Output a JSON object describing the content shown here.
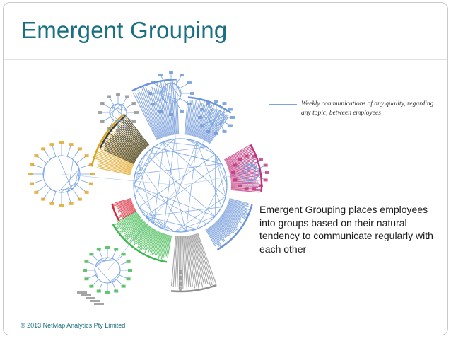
{
  "slide": {
    "title": "Emergent Grouping",
    "legend_text": "Weekly communications of any quality, regarding any topic, between employees",
    "description": "Emergent Grouping places employees into groups based on their natural tendency to communicate regularly with each other",
    "copyright": "© 2013 NetMap Analytics Pty Limited"
  },
  "colors": {
    "title": "#1a6f80",
    "edge": "#7aa4e4",
    "group_yellow": "#e0a21a",
    "group_dark": "#333d3d",
    "group_blue": "#6b95d8",
    "group_pink": "#c0327a",
    "group_green": "#3cb84c",
    "group_red": "#d8283a",
    "group_gray": "#8e8e8e"
  }
}
